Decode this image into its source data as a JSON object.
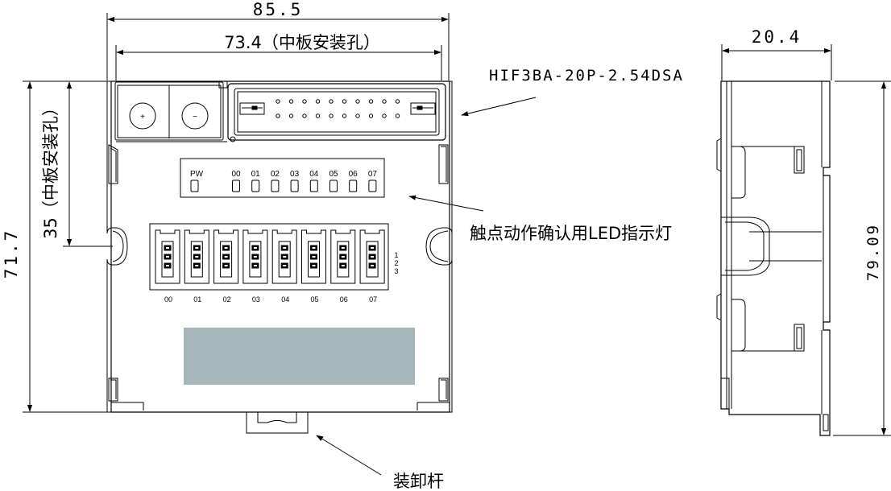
{
  "dimensions": {
    "overall_width": "85.5",
    "mount_width": "73.4（中板安装孔）",
    "depth": "20.4",
    "mount_height": "35（中板安装孔）",
    "overall_height": "71.7",
    "side_height": "79.09"
  },
  "callouts": {
    "connector": "HIF3BA-20P-2.54DSA",
    "led": "触点动作确认用LED指示灯",
    "lever": "装卸杆"
  },
  "terminal": {
    "plus": "+",
    "minus": "−"
  },
  "led_panel": {
    "pw": "PW",
    "channels": [
      "00",
      "01",
      "02",
      "03",
      "04",
      "05",
      "06",
      "07"
    ]
  },
  "output_labels": [
    "00",
    "01",
    "02",
    "03",
    "04",
    "05",
    "06",
    "07"
  ],
  "pin_numbers": [
    "1",
    "2",
    "3"
  ],
  "colors": {
    "line": "#000000",
    "label_panel": "#a7b6ba",
    "background": "#ffffff"
  }
}
